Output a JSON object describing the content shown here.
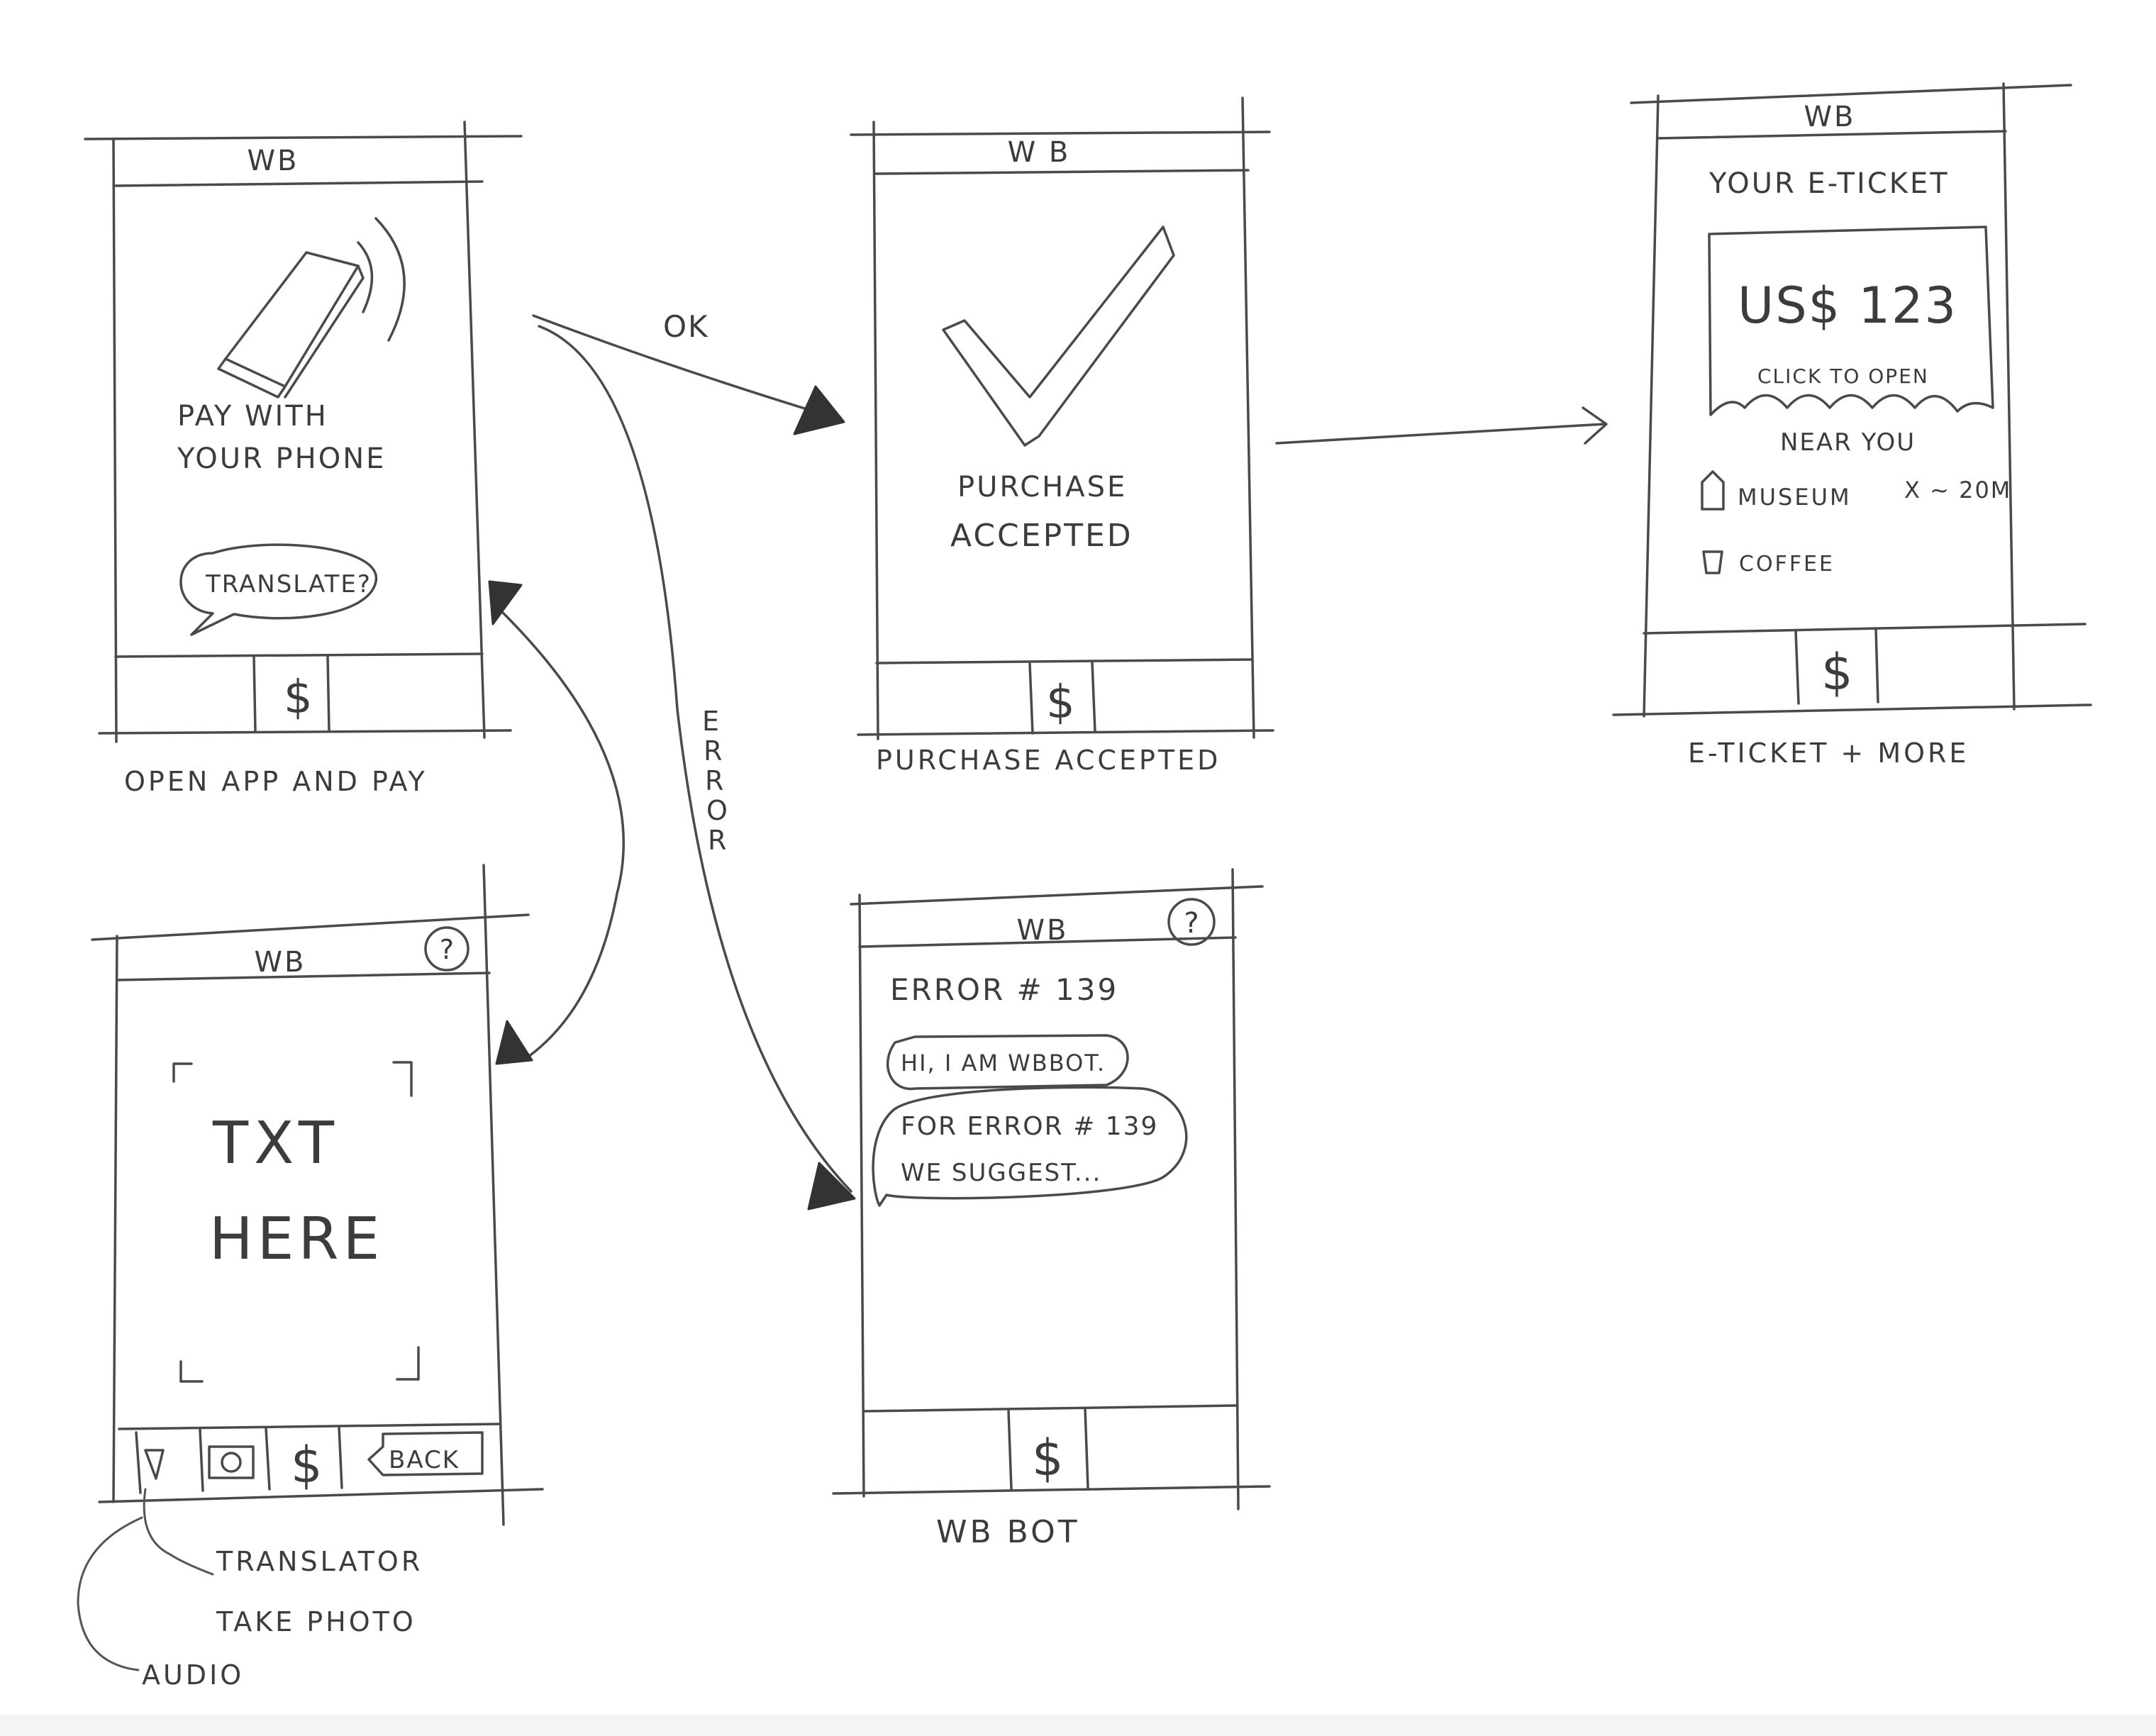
{
  "screens": {
    "pay": {
      "title": "WB",
      "illustration_text_1": "PAY WITH",
      "illustration_text_2": "YOUR PHONE",
      "bubble_text": "TRANSLATE?",
      "tab_dollar": "$",
      "caption": "OPEN APP AND PAY"
    },
    "accepted": {
      "title": "W B",
      "message_1": "PURCHASE",
      "message_2": "ACCEPTED",
      "tab_dollar": "$",
      "caption": "PURCHASE ACCEPTED"
    },
    "eticket": {
      "title": "WB",
      "heading": "YOUR E-TICKET",
      "ticket_amount": "US$ 123",
      "ticket_hint": "CLICK TO OPEN",
      "near_label": "NEAR YOU",
      "near_items": [
        {
          "icon": "museum-icon",
          "label": "MUSEUM",
          "distance": "X ~ 20M"
        },
        {
          "icon": "coffee-icon",
          "label": "COFFEE",
          "distance": ""
        }
      ],
      "tab_dollar": "$",
      "caption": "E-TICKET + MORE"
    },
    "translator": {
      "title": "WB",
      "help": "?",
      "txt_line_1": "TXT",
      "txt_line_2": "HERE",
      "tab_dollar": "$",
      "back_label": "BACK",
      "notes": [
        "TRANSLATOR",
        "TAKE PHOTO",
        "AUDIO"
      ]
    },
    "bot": {
      "title": "WB",
      "help": "?",
      "error_line": "ERROR # 139",
      "messages": [
        "HI, I AM WBBOT.",
        "FOR ERROR # 139",
        "WE SUGGEST..."
      ],
      "tab_dollar": "$",
      "caption": "WB BOT"
    }
  },
  "flows": {
    "ok_label": "OK",
    "error_label": "ERROR"
  }
}
